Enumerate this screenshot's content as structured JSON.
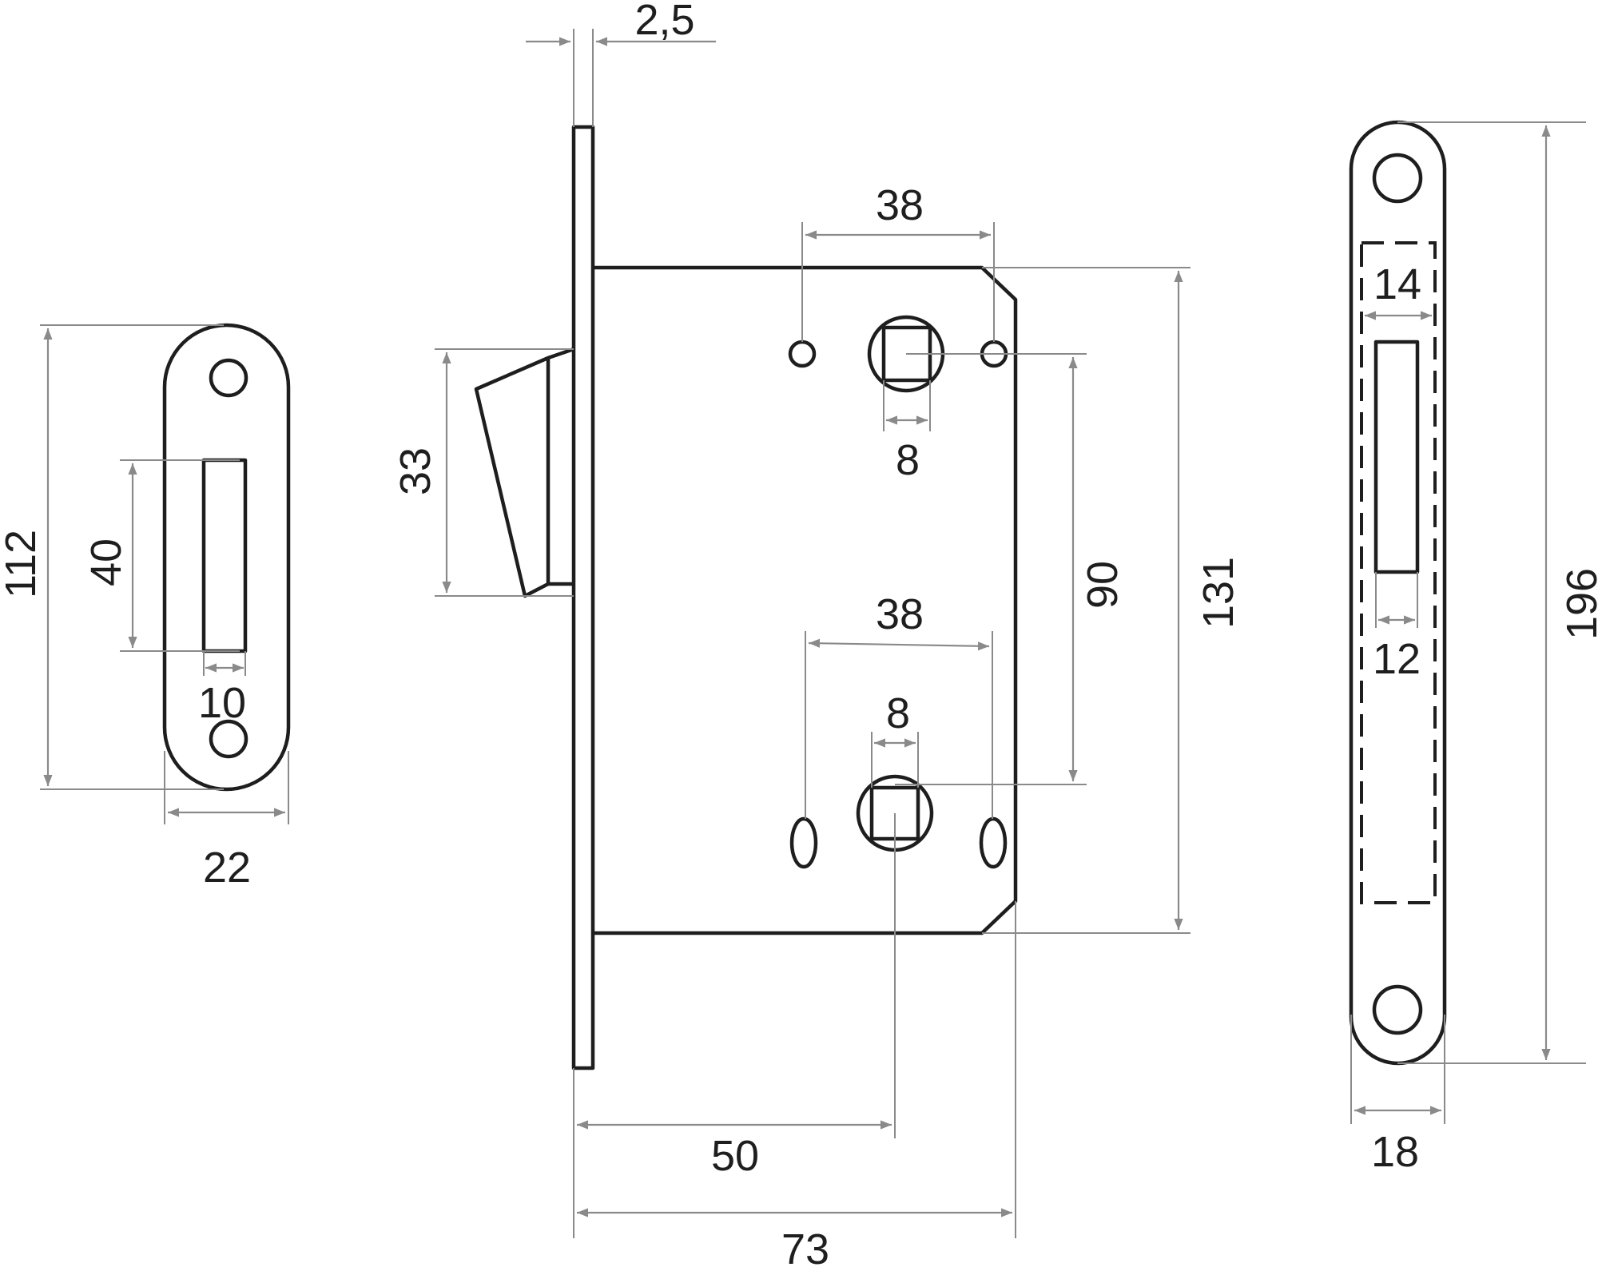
{
  "strike_plate": {
    "height_label": "112",
    "slot_height_label": "40",
    "slot_width_label": "10",
    "width_label": "22"
  },
  "lock_body": {
    "faceplate_thickness_label": "2,5",
    "latch_height_label": "33",
    "handle_hole_spacing_label": "38",
    "handle_spindle_label": "8",
    "spindle_center_distance_label": "90",
    "body_height_label": "131",
    "key_hole_spacing_label": "38",
    "key_spindle_label": "8",
    "backset_label": "50",
    "body_depth_label": "73"
  },
  "face_plate": {
    "cutout_width_label": "14",
    "slot_width_label": "12",
    "height_label": "196",
    "width_label": "18"
  },
  "colors": {
    "outline": "#1e1e1e",
    "dimension": "#8a8a8a"
  }
}
